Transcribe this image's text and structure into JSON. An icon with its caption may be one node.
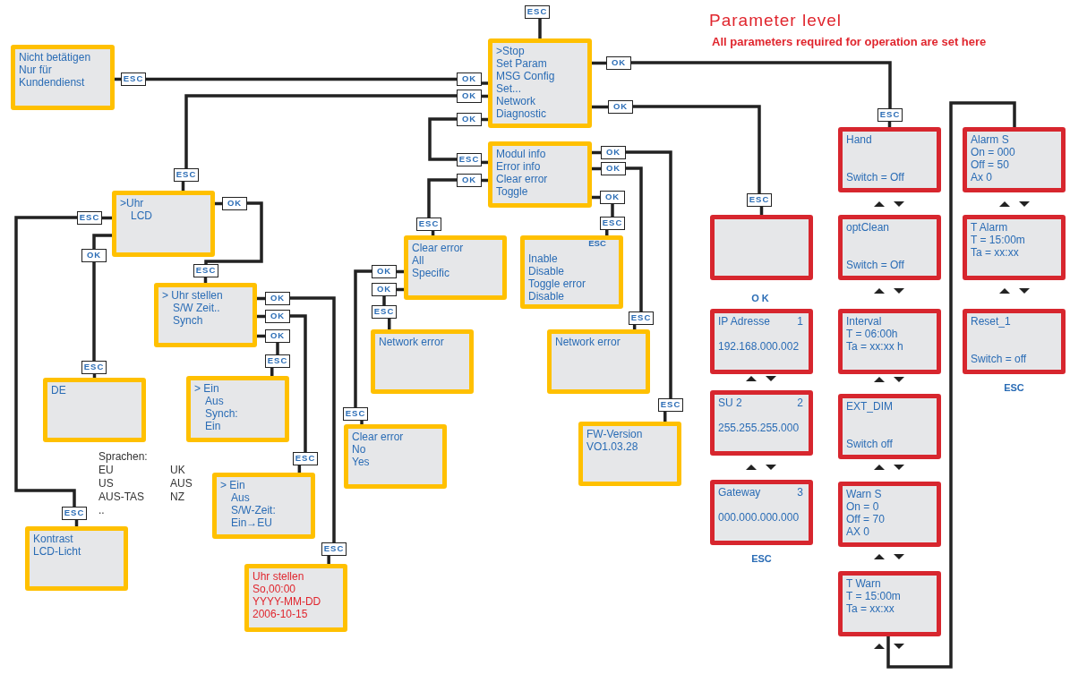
{
  "diagram": {
    "title": "Parameter level",
    "nodes": [
      {
        "text": [
          "Nicht betätigen",
          "Nur für",
          "Kundendienst"
        ]
      },
      {
        "text": [
          ">Stop",
          "Set Param",
          "MSG Config",
          "Set...",
          "Network",
          "Diagnostic"
        ]
      },
      {
        "text": [
          "Modul info",
          "Error info",
          "Clear error",
          "Toggle"
        ]
      },
      {
        "text": [
          ">Uhr",
          "LCD"
        ]
      },
      {
        "text": [
          "> Uhr stellen",
          "S/W Zeit..",
          "Synch"
        ]
      },
      {
        "text": [
          "DE"
        ]
      },
      {
        "text": [
          "> Ein",
          "Aus",
          "Synch:",
          "Ein"
        ]
      },
      {
        "text": [
          "> Ein",
          "Aus",
          "S/W-Zeit:",
          "Ein→EU"
        ]
      },
      {
        "text": [
          "Uhr stellen",
          "So,00:00",
          "YYYY-MM-DD",
          "2006-10-15"
        ]
      },
      {
        "text": [
          "Kontrast",
          "LCD-Licht"
        ]
      },
      {
        "text": [
          "Clear error",
          "All",
          "Specific"
        ]
      },
      {
        "text": [
          "Network error"
        ]
      },
      {
        "text": [
          "Clear error",
          "No",
          "Yes"
        ]
      },
      {
        "text": [
          "Inable",
          "Disable",
          "Toggle error",
          "Disable"
        ]
      },
      {
        "text": [
          "Network error"
        ]
      },
      {
        "text": [
          "FW-Version",
          "VO1.03.28"
        ]
      },
      {
        "text": [],
        "shape": "box"
      },
      {
        "text": [
          "IP Adresse",
          "1",
          "192.168.000.002"
        ]
      },
      {
        "text": [
          "SU 2",
          "2",
          "255.255.255.000"
        ]
      },
      {
        "text": [
          "Gateway",
          "3",
          "000.000.000.000"
        ],
        "beside": [
          "ESC"
        ]
      },
      {
        "text": [
          "Hand",
          "Switch = Off"
        ]
      },
      {
        "text": [
          "optClean",
          "Switch = Off"
        ]
      },
      {
        "text": [
          "Interval",
          "T = 06:00h",
          "Ta = xx:xx h"
        ]
      },
      {
        "text": [
          "EXT_DIM",
          "Switch off"
        ]
      },
      {
        "text": [
          "Warn S",
          "On = 0",
          "Off = 70",
          "AX 0"
        ]
      },
      {
        "text": [
          "T Warn",
          "T = 15:00m",
          "Ta = xx:xx"
        ]
      },
      {
        "text": [
          "Alarm S",
          "On = 000",
          "Off = 50",
          "Ax 0"
        ]
      },
      {
        "text": [
          "T Alarm",
          "T = 15:00m",
          "Ta = xx:xx"
        ]
      },
      {
        "text": [
          "Reset_1",
          "Switch = off"
        ],
        "beside": [
          "ESC"
        ]
      },
      {
        "text": [
          "ESC"
        ]
      },
      {
        "text": [
          "ESC"
        ]
      },
      {
        "text": [
          "OK"
        ]
      },
      {
        "text": [
          "OK"
        ]
      },
      {
        "text": [
          "ESC"
        ]
      },
      {
        "text": [
          "OK"
        ]
      },
      {
        "text": [
          "ESC"
        ]
      },
      {
        "text": [
          "OK"
        ]
      },
      {
        "text": [
          "ESC"
        ]
      },
      {
        "text": [
          "OK"
        ]
      },
      {
        "text": [
          "ESC"
        ]
      },
      {
        "text": [
          "OK"
        ]
      },
      {
        "text": [
          "ESC"
        ]
      },
      {
        "text": [
          "OK"
        ]
      },
      {
        "text": [
          "ESC"
        ]
      },
      {
        "text": [
          "OK"
        ]
      },
      {
        "text": [
          "ESC"
        ]
      },
      {
        "text": [
          "OK"
        ]
      },
      {
        "text": [
          "ESC"
        ]
      },
      {
        "text": [
          "ESC"
        ]
      },
      {
        "text": [
          "ESC"
        ]
      },
      {
        "text": [
          "OK"
        ]
      },
      {
        "text": [
          "ESC"
        ]
      },
      {
        "text": [
          "OK"
        ]
      },
      {
        "text": [
          "ESC"
        ]
      },
      {
        "text": [
          "OK"
        ]
      },
      {
        "text": [
          "ESC"
        ]
      },
      {
        "text": [
          "OK"
        ]
      },
      {
        "text": [
          "ESC"
        ]
      },
      {
        "text": [
          "OK"
        ]
      },
      {
        "text": [
          "ESC"
        ]
      },
      {
        "text": [
          "OK"
        ]
      },
      {
        "text": [
          "ESC"
        ]
      },
      {
        "text": [
          "OK"
        ]
      },
      {
        "text": [
          "ESC"
        ]
      }
    ],
    "edges": [
      {
        "from": 29,
        "to": 1,
        "arrow": "none"
      },
      {
        "from": 0,
        "to": 30,
        "arrow": "none"
      },
      {
        "from": 30,
        "to": 31,
        "arrow": "none"
      },
      {
        "from": 31,
        "to": 1,
        "arrow": "none"
      },
      {
        "from": 1,
        "to": 32,
        "arrow": "none"
      },
      {
        "from": 32,
        "to": 33,
        "arrow": "none"
      },
      {
        "from": 33,
        "to": 3,
        "arrow": "none"
      },
      {
        "from": 1,
        "to": 34,
        "arrow": "none"
      },
      {
        "from": 34,
        "to": 35,
        "arrow": "none"
      },
      {
        "from": 35,
        "to": 2,
        "arrow": "none"
      },
      {
        "from": 1,
        "to": 36,
        "arrow": "none"
      },
      {
        "from": 36,
        "to": 37,
        "arrow": "none"
      },
      {
        "from": 37,
        "to": 20,
        "arrow": "none"
      },
      {
        "from": 1,
        "to": 38,
        "arrow": "none"
      },
      {
        "from": 38,
        "to": 39,
        "arrow": "none"
      },
      {
        "from": 39,
        "to": 16,
        "arrow": "none"
      },
      {
        "from": 2,
        "to": 40,
        "arrow": "none"
      },
      {
        "from": 40,
        "to": 41,
        "arrow": "none"
      },
      {
        "from": 41,
        "to": 10,
        "arrow": "none"
      },
      {
        "from": 2,
        "to": 42,
        "arrow": "none"
      },
      {
        "from": 42,
        "to": 43,
        "arrow": "none"
      },
      {
        "from": 43,
        "to": 15,
        "arrow": "none"
      },
      {
        "from": 2,
        "to": 44,
        "arrow": "none"
      },
      {
        "from": 44,
        "to": 45,
        "arrow": "none"
      },
      {
        "from": 45,
        "to": 14,
        "arrow": "none"
      },
      {
        "from": 2,
        "to": 46,
        "arrow": "none"
      },
      {
        "from": 46,
        "to": 47,
        "arrow": "none"
      },
      {
        "from": 47,
        "to": 13,
        "arrow": "none"
      },
      {
        "from": 3,
        "to": 48,
        "arrow": "none"
      },
      {
        "from": 48,
        "to": 49,
        "arrow": "none"
      },
      {
        "from": 49,
        "to": 9,
        "arrow": "none"
      },
      {
        "from": 3,
        "to": 50,
        "arrow": "none"
      },
      {
        "from": 50,
        "to": 51,
        "arrow": "none"
      },
      {
        "from": 51,
        "to": 5,
        "arrow": "none"
      },
      {
        "from": 3,
        "to": 52,
        "arrow": "none"
      },
      {
        "from": 52,
        "to": 53,
        "arrow": "none"
      },
      {
        "from": 53,
        "to": 4,
        "arrow": "none"
      },
      {
        "from": 4,
        "to": 54,
        "arrow": "none"
      },
      {
        "from": 54,
        "to": 55,
        "arrow": "none"
      },
      {
        "from": 55,
        "to": 8,
        "arrow": "none"
      },
      {
        "from": 4,
        "to": 56,
        "arrow": "none"
      },
      {
        "from": 56,
        "to": 57,
        "arrow": "none"
      },
      {
        "from": 57,
        "to": 7,
        "arrow": "none"
      },
      {
        "from": 4,
        "to": 58,
        "arrow": "none"
      },
      {
        "from": 58,
        "to": 59,
        "arrow": "none"
      },
      {
        "from": 59,
        "to": 6,
        "arrow": "none"
      },
      {
        "from": 10,
        "to": 60,
        "arrow": "none"
      },
      {
        "from": 60,
        "to": 61,
        "arrow": "none"
      },
      {
        "from": 61,
        "to": 12,
        "arrow": "none"
      },
      {
        "from": 10,
        "to": 62,
        "arrow": "none"
      },
      {
        "from": 62,
        "to": 63,
        "arrow": "none"
      },
      {
        "from": 63,
        "to": 11,
        "arrow": "none"
      },
      {
        "from": 25,
        "to": 26,
        "arrow": "none"
      }
    ],
    "labels": [
      "All parameters required for operation are set here",
      "Sprachen:",
      "EU",
      "UK",
      "US",
      "AUS",
      "AUS-TAS",
      "NZ",
      "..",
      "ESC",
      "O K"
    ]
  }
}
